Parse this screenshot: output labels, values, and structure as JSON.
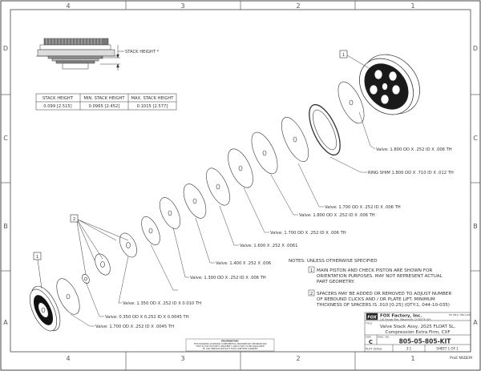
{
  "zones": {
    "top": [
      "4",
      "3",
      "2",
      "1"
    ],
    "bottom": [
      "4",
      "3",
      "2",
      "1"
    ],
    "left": [
      "D",
      "C",
      "B",
      "A"
    ],
    "right": [
      "D",
      "C",
      "B",
      "A"
    ]
  },
  "stack_height_label": "STACK HEIGHT *",
  "stack_table": {
    "headers": [
      "STACK HEIGHT",
      "MIN. STACK HEIGHT",
      "MAX. STACK HEIGHT"
    ],
    "row": [
      "0.099 [2.515]",
      "0.0965 [2.452]",
      "0.1015 [2.577]"
    ]
  },
  "balloons": {
    "one": "1",
    "two": "2"
  },
  "parts": [
    "Valve: 1.800 OD X .252 ID X .006 TH",
    "RING SHIM 1.800 OD X .710 ID X .012 TH",
    "Valve: 1.700 OD X .252 ID X .006 TH",
    "Valve: 1.800 OD X .252 ID X .006 TH",
    "Valve: 1.700 OD X .252 ID X .006 TH",
    "Valve: 1.600 X .252 X .0061",
    "Valve: 1.400 X .252 X .006",
    "Valve: 1.300 OD X .252 ID X .006 TH",
    "Valve: 1.350 OD X .252 ID X 0.010 TH",
    "Valve: 0.350 OD X 0.252 ID X 0.0045 TH",
    "Valve: 1.700 OD X .252 ID X .0045 TH"
  ],
  "notes": {
    "header": "NOTES: UNLESS OTHERWISE SPECIFIED",
    "note1": [
      "MAIN PISTON AND CHECK PISTON ARE SHOWN FOR",
      "ORIENTATION PURPOSES. MAY NOT REPRESENT ACTUAL",
      "PART GEOMETRY."
    ],
    "note2": [
      "SPACERS MAY BE ADDED OR REMOVED TO ADJUST NUMBER",
      "OF REBOUND CLICKS AND / OR PLATE LIFT. MINIMUM",
      "THICKNESS OF SPACERS IS .010 [0.25] (QTY:1, 044-10-035)"
    ]
  },
  "title_block": {
    "company": "FOX Factory, Inc.",
    "logo": "FOX",
    "address": "130 Hangar Way, Watsonville, CA 95076 USA",
    "phone": "PH (831) 768-1100",
    "title_label": "TITLE",
    "title_lines": [
      "Valve Stack Assy, 2025 FLOAT SL,",
      "Compression Extra Firm, CXF"
    ],
    "size_label": "SIZE",
    "size": "C",
    "dwg_label": "DWG. NO.",
    "drawing_number": "805-05-805-KIT",
    "plot_scale_label": "PLOT SCALE",
    "plot_scale": "3:1",
    "sheet": "SHEET 1 OF 1",
    "proprietary": [
      "PROPRIETARY",
      "THIS DRAWING CONTAINS CONFIDENTIAL PROPRIETARY INFORMATION",
      "THAT IS FOX FACTORY'S PROPERTY AND IS NOT TO BE DISCLOSED",
      "TO ANY PERSON WITHOUT FOX'S WRITTEN CONSENT"
    ],
    "corner_text": "ProE NSDEM"
  }
}
